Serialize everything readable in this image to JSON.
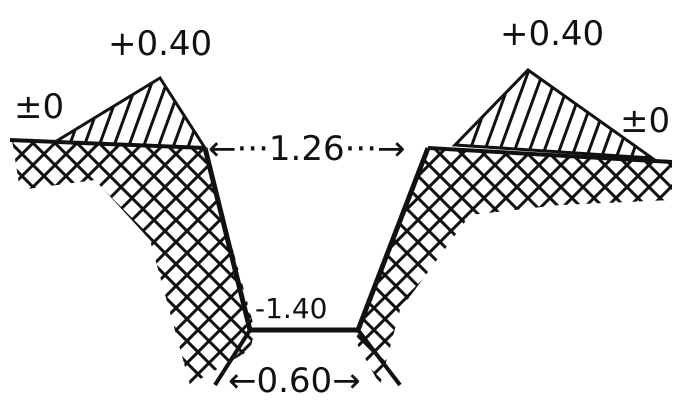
{
  "labels": {
    "left_mound_top": "+0.40",
    "right_mound_top": "+0.40",
    "left_ground": "±0",
    "right_ground": "±0",
    "top_width": "←···1.26···→",
    "bottom_depth": "-1.40",
    "bottom_width": "←0.60→"
  },
  "colors": {
    "ink": "#111111",
    "paper": "#ffffff"
  }
}
